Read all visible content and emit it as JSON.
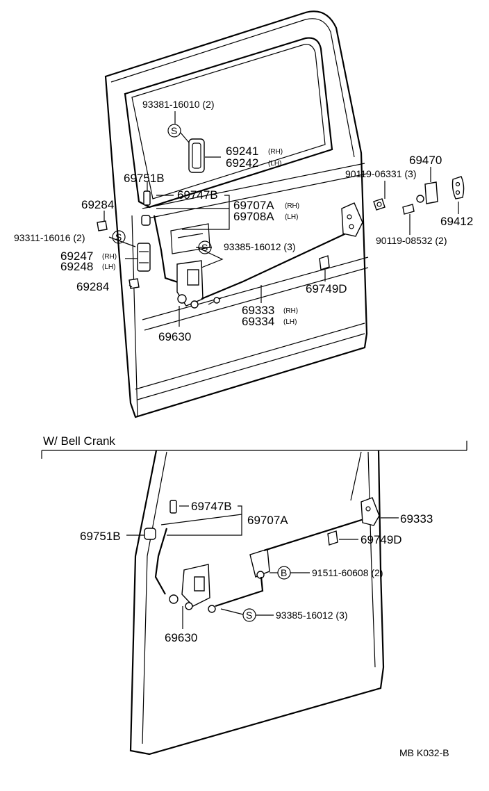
{
  "top_diagram": {
    "labels": {
      "p93381": "93381-16010 (2)",
      "p69241": "69241",
      "p69241_side": "(RH)",
      "p69242": "69242",
      "p69242_side": "(LH)",
      "p69751B": "69751B",
      "p69747B": "69747B",
      "p69284_top": "69284",
      "p69707A": "69707A",
      "p69707A_side": "(RH)",
      "p69708A": "69708A",
      "p69708A_side": "(LH)",
      "p93311": "93311-16016 (2)",
      "p93385": "93385-16012 (3)",
      "p69247": "69247",
      "p69247_side": "(RH)",
      "p69248": "69248",
      "p69248_side": "(LH)",
      "p69284_bot": "69284",
      "p69630": "69630",
      "p69333": "69333",
      "p69333_side": "(RH)",
      "p69334": "69334",
      "p69334_side": "(LH)",
      "p69749D": "69749D",
      "p90119_06331": "90119-06331 (3)",
      "p69470": "69470",
      "p69412": "69412",
      "p90119_08532": "90119-08532 (2)"
    }
  },
  "section_title": "W/ Bell Crank",
  "bottom_diagram": {
    "labels": {
      "p69747B": "69747B",
      "p69707A": "69707A",
      "p69751B": "69751B",
      "p69333": "69333",
      "p69749D": "69749D",
      "p91511": "91511-60608 (2)",
      "p93385": "93385-16012 (3)",
      "p69630": "69630"
    }
  },
  "symbols": {
    "screw": "S",
    "bolt": "B"
  },
  "footer": {
    "code": "MB  K032-B"
  }
}
